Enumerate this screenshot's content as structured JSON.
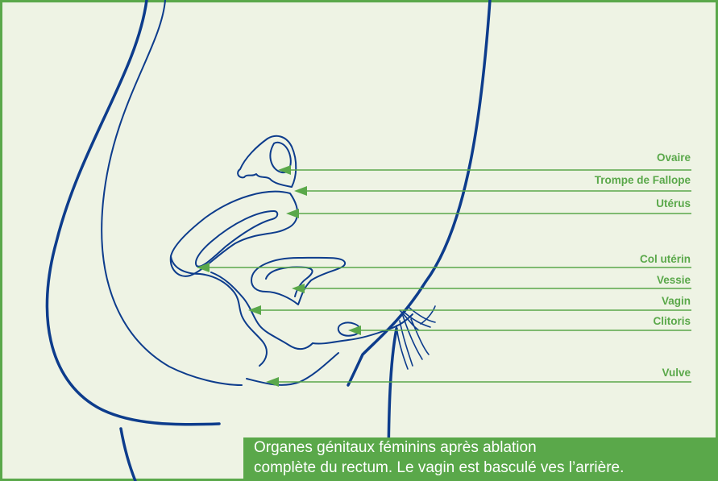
{
  "labels": {
    "ovaire": "Ovaire",
    "trompe": "Trompe de Fallope",
    "uterus": "Utérus",
    "col": "Col utérin",
    "vessie": "Vessie",
    "vagin": "Vagin",
    "clitoris": "Clitoris",
    "vulve": "Vulve"
  },
  "caption": {
    "line1": "Organes génitaux féminins après ablation",
    "line2": "complète du rectum. Le vagin est basculé ves l’arrière."
  },
  "colors": {
    "outline": "#0d3c8c",
    "accent": "#5aa84a",
    "background": "#eef3e4"
  }
}
